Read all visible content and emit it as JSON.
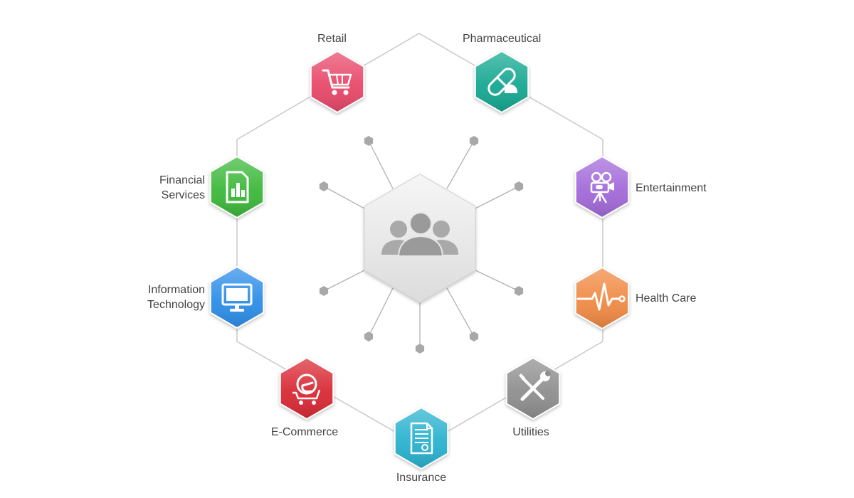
{
  "hub": {
    "icon": "people-group-icon"
  },
  "colors": {
    "ring_line": "#c8c8c8",
    "spoke_line": "#b0b0b0",
    "node_dot": "#a8a8a8",
    "hub_fill": "#e6e6e6",
    "label_text": "#444444"
  },
  "industries": [
    {
      "id": "retail",
      "lines": [
        "Retail"
      ],
      "icon": "shopping-cart-icon",
      "color": "#e84a6b"
    },
    {
      "id": "pharmaceutical",
      "lines": [
        "Pharmaceutical"
      ],
      "icon": "pill-icon",
      "color": "#16a892"
    },
    {
      "id": "entertainment",
      "lines": [
        "Entertainment"
      ],
      "icon": "film-camera-icon",
      "color": "#a26ad9"
    },
    {
      "id": "health-care",
      "lines": [
        "Health Care"
      ],
      "icon": "heartbeat-icon",
      "color": "#f08a45"
    },
    {
      "id": "utilities",
      "lines": [
        "Utilities"
      ],
      "icon": "wrench-screwdriver-icon",
      "color": "#8f8f8f"
    },
    {
      "id": "insurance",
      "lines": [
        "Insurance"
      ],
      "icon": "document-certificate-icon",
      "color": "#29b2cf"
    },
    {
      "id": "e-commerce",
      "lines": [
        "E-Commerce"
      ],
      "icon": "ecommerce-cart-icon",
      "color": "#d92b34"
    },
    {
      "id": "information-technology",
      "lines": [
        "Information",
        "Technology"
      ],
      "icon": "monitor-icon",
      "color": "#2e8ee8"
    },
    {
      "id": "financial-services",
      "lines": [
        "Financial",
        "Services"
      ],
      "icon": "bar-chart-document-icon",
      "color": "#3db83b"
    }
  ]
}
